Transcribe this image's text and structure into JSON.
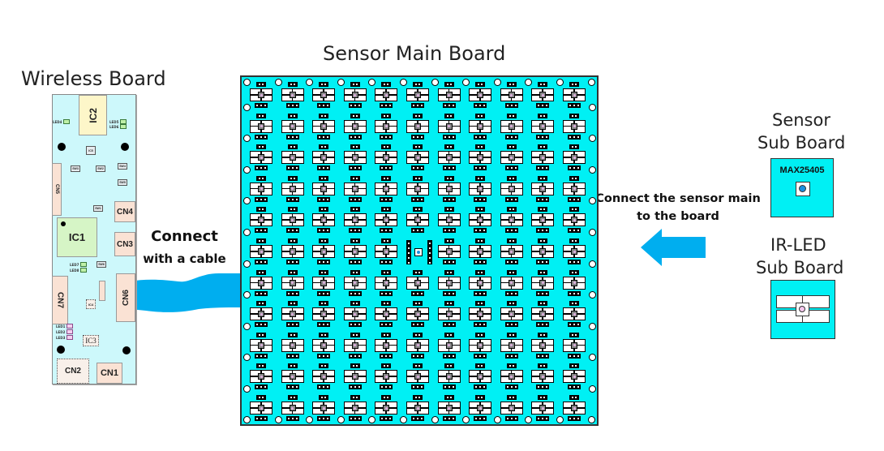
{
  "titles": {
    "wireless_board": "Wireless Board",
    "sensor_main_board": "Sensor Main Board",
    "sensor_sub_board_line1": "Sensor",
    "sensor_sub_board_line2": "Sub Board",
    "irled_sub_board_line1": "IR-LED",
    "irled_sub_board_line2": "Sub Board"
  },
  "annotations": {
    "cable_line1": "Connect",
    "cable_line2": "with a cable",
    "sensor_connect_line1": "Connect the sensor main",
    "sensor_connect_line2": "to the board"
  },
  "wireless_board": {
    "ic2": "IC2",
    "ic1": "IC1",
    "ic3": "IC3",
    "cn1": "CN1",
    "cn2": "CN2",
    "cn3": "CN3",
    "cn4": "CN4",
    "cn5": "CN5",
    "cn6": "CN6",
    "cn7": "CN7",
    "ic_small": "IC5",
    "ic_small2": "IC4",
    "switches": [
      "SW1",
      "SW2",
      "SW3",
      "SW4",
      "SW5",
      "SW6"
    ],
    "leds": [
      "LED1",
      "LED2",
      "LED3",
      "LED4",
      "LED5",
      "LED6",
      "LED7",
      "LED8"
    ]
  },
  "sensor_main_board": {
    "rows": 11,
    "cols": 11,
    "center_cell": "sensor-connector"
  },
  "sensor_sub_board": {
    "part_number": "MAX25405"
  },
  "colors": {
    "board_cyan": "#00f0f4",
    "wireless_board_bg": "#cdf8fb",
    "cable_blue": "#00aeef",
    "arrow_blue": "#00aeef"
  }
}
